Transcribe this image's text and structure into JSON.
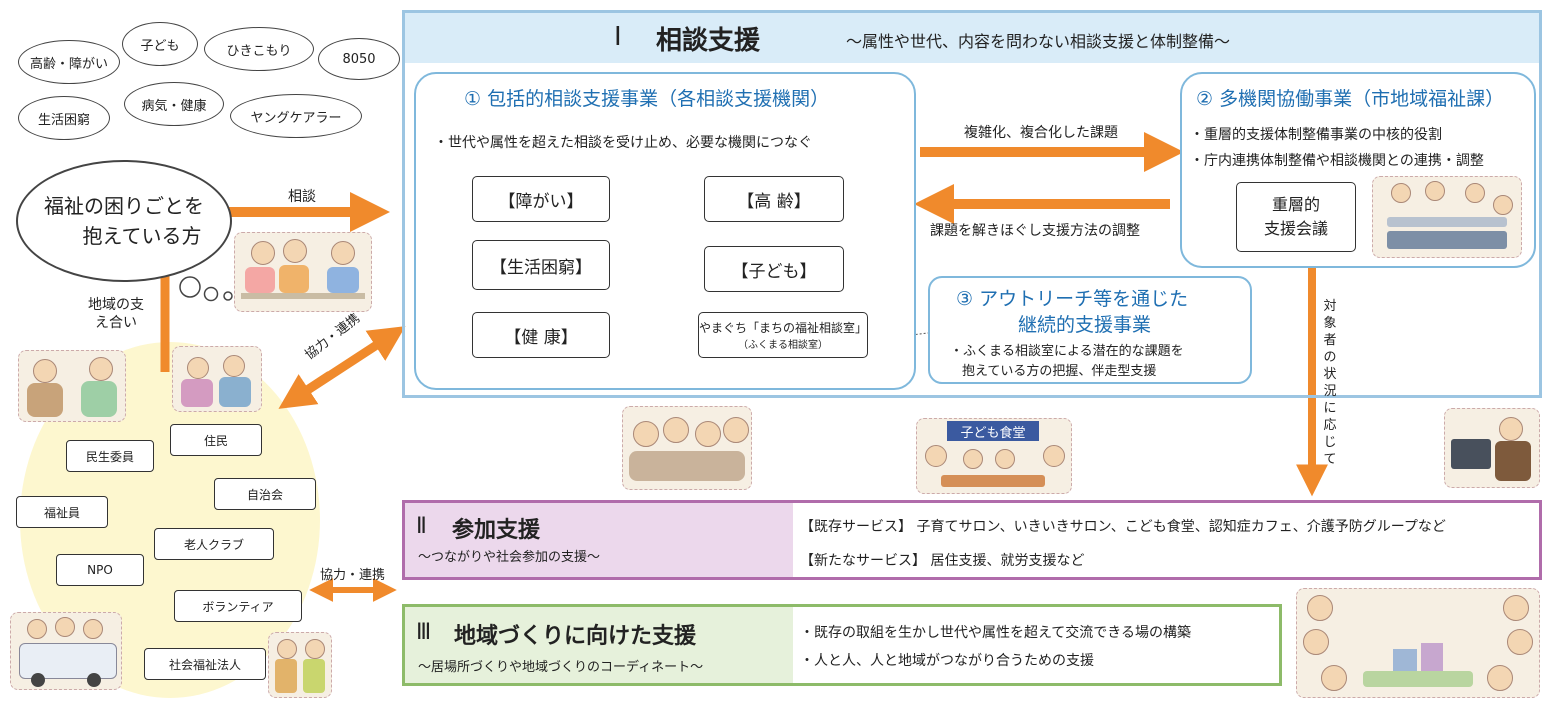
{
  "concerns": [
    "高齢・障がい",
    "子ども",
    "ひきこもり",
    "8050",
    "生活困窮",
    "病気・健康",
    "ヤングケアラー"
  ],
  "person_cloud": {
    "line1": "福祉の困りごとを",
    "line2": "抱えている方"
  },
  "community": {
    "support_label": "地域の支え合い",
    "members": [
      "民生委員",
      "住民",
      "自治会",
      "福祉員",
      "老人クラブ",
      "NPO",
      "ボランティア",
      "社会福祉法人"
    ]
  },
  "arrows": {
    "consult": "相談",
    "coop_upper": "協力・連携",
    "coop_lower": "協力・連携",
    "complex": "複雑化、複合化した課題",
    "untangle": "課題を解きほぐし支援方法の調整",
    "according": "対象者の状況に応じて"
  },
  "section1": {
    "numeral": "Ⅰ",
    "title": "相談支援",
    "subtitle": "～属性や世代、内容を問わない相談支援と体制整備～",
    "box1": {
      "title": "① 包括的相談支援事業（各相談支援機関）",
      "desc": "・世代や属性を超えた相談を受け止め、必要な機関につなぐ",
      "categories": {
        "disability": "【障がい】",
        "elderly": "【高 齢】",
        "poverty": "【生活困窮】",
        "children": "【子ども】",
        "health": "【健 康】",
        "yamaguchi_main": "やまぐち「まちの福祉相談室」",
        "yamaguchi_sub": "（ふくまる相談室）"
      }
    },
    "box2": {
      "title": "② 多機関協働事業（市地域福祉課）",
      "line1": "・重層的支援体制整備事業の中核的役割",
      "line2": "・庁内連携体制整備や相談機関との連携・調整",
      "meeting_line1": "重層的",
      "meeting_line2": "支援会議"
    },
    "box3": {
      "title_line1": "③ アウトリーチ等を通じた",
      "title_line2": "継続的支援事業",
      "desc_line1": "・ふくまる相談室による潜在的な課題を",
      "desc_line2": "抱えている方の把握、伴走型支援"
    }
  },
  "section2": {
    "numeral": "Ⅱ",
    "title": "参加支援",
    "subtitle": "～つながりや社会参加の支援～",
    "existing": "【既存サービス】 子育てサロン、いきいきサロン、こども食堂、認知症カフェ、介護予防グループなど",
    "new": "【新たなサービス】 居住支援、就労支援など"
  },
  "section3": {
    "numeral": "Ⅲ",
    "title": "地域づくりに向けた支援",
    "subtitle": "～居場所づくりや地域づくりのコーディネート～",
    "line1": "・既存の取組を生かし世代や属性を超えて交流できる場の構築",
    "line2": "・人と人、人と地域がつながり合うための支援"
  },
  "illustrations": {
    "kodomo_sign": "子ども食堂"
  },
  "colors": {
    "arrow": "#f08a2c",
    "section1_border": "#9cc5e2",
    "section1_header": "#d9ecf8",
    "section2_bg": "#ecd8ec",
    "section2_border": "#b06cab",
    "section3_bg": "#e6f1db",
    "section3_border": "#8dbb69",
    "community_bg": "#fdf7cf"
  }
}
